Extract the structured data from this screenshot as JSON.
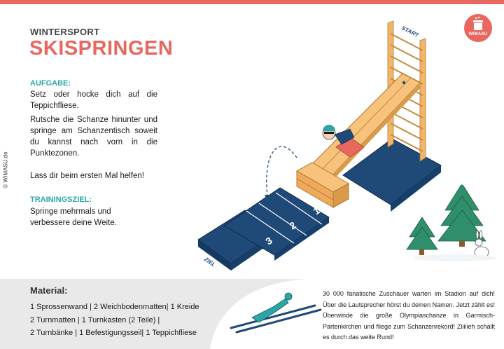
{
  "header": {
    "eyebrow": "WINTERSPORT",
    "title": "SKISPRINGEN"
  },
  "side_copyright": "© WIMASU.de",
  "brand": {
    "logo_label": "WIMASU",
    "accent": "#e8685f",
    "teal": "#2aa6a9",
    "mat_blue": "#1f4a78"
  },
  "task": {
    "heading": "AUFGABE:",
    "p1": "Setz oder hocke dich auf die Teppichfliese.",
    "p2": "Rutsche die Schanze hinunter und springe am Schanzentisch soweit du kannst nach vorn in die Punktezonen.",
    "p3": "Lass dir beim ersten Mal helfen!"
  },
  "goal": {
    "heading": "TRAININGSZIEL:",
    "text": "Springe mehrmals und verbessere deine Weite."
  },
  "illustration": {
    "start_label": "START",
    "finish_label": "ZIEL",
    "zones": [
      "1",
      "2",
      "3"
    ]
  },
  "material": {
    "heading": "Material:",
    "lines": [
      "1 Sprossenwand | 2 Weichbodenmatten| 1 Kreide",
      "2 Turnmatten | 1 Turnkasten (2 Teile) |",
      "2 Turnbänke | 1 Befestigungsseil| 1 Teppichfliese"
    ]
  },
  "story": "30 000 fanatische Zuschauer warten im Stadion auf dich! Über die Lautsprecher hörst du deinen Namen. Jetzt zählt es! Überwinde die große Olympiaschanze in Garmisch- Partenkirchen und fliege zum Schanzenrekord! Ziiiiieh schallt es durch das weite Rund!"
}
